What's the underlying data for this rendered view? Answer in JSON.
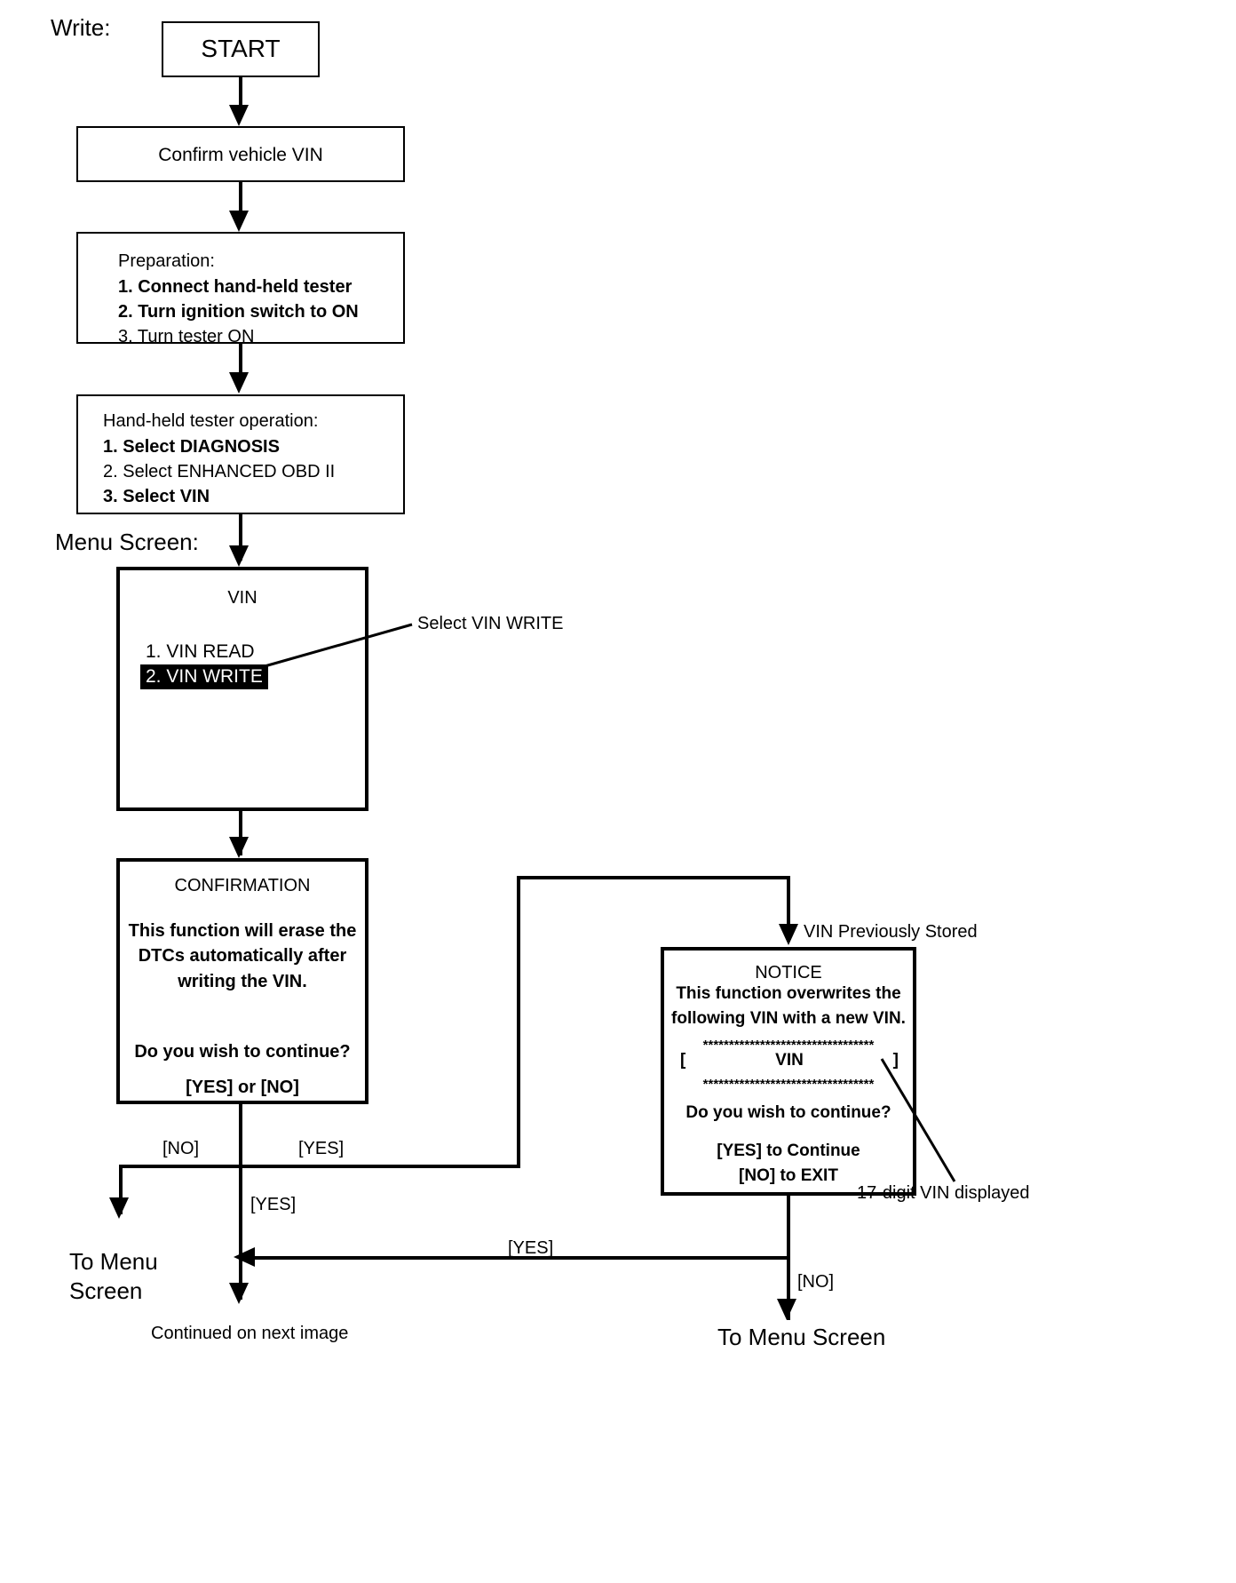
{
  "page": {
    "section_label": "Write:",
    "menu_screen_label": "Menu Screen:"
  },
  "boxes": {
    "start": {
      "title": "START"
    },
    "confirm_vin": {
      "text": "Confirm vehicle VIN"
    },
    "preparation": {
      "heading": "Preparation:",
      "steps": [
        "1. Connect hand-held tester",
        "2. Turn ignition switch to ON",
        "3. Turn tester ON"
      ]
    },
    "tester_operation": {
      "heading": "Hand-held tester operation:",
      "steps": [
        "1. Select DIAGNOSIS",
        "2. Select ENHANCED OBD II",
        "3. Select VIN"
      ]
    },
    "vin_menu": {
      "title": "VIN",
      "items": [
        {
          "label": "1. VIN READ",
          "selected": false
        },
        {
          "label": "2. VIN WRITE",
          "selected": true
        }
      ]
    },
    "confirmation": {
      "title": "CONFIRMATION",
      "body": "This function will erase the\nDTCs automatically after\nwriting the VIN.",
      "question": "Do you wish to continue?",
      "options": "[YES] or [NO]"
    },
    "notice": {
      "title": "NOTICE",
      "line1": "This function overwrites the",
      "line2": "following VIN with a new VIN.",
      "stars_top": "*********************************",
      "bracket_open": "[",
      "vin_placeholder": "VIN",
      "bracket_close": "]",
      "stars_bottom": "*********************************",
      "question": "Do you wish to continue?",
      "option_yes": "[YES] to Continue",
      "option_no": "[NO] to EXIT"
    }
  },
  "annotations": {
    "select_vin_write": "Select VIN WRITE",
    "vin_previously_stored": "VIN Previously Stored",
    "seventeen_digit_vin": "17-digit VIN displayed"
  },
  "flow_labels": {
    "no_from_confirmation": "[NO]",
    "yes_from_confirmation": "[YES]",
    "yes_down": "[YES]",
    "yes_from_notice": "[YES]",
    "no_from_notice": "[NO]"
  },
  "terminals": {
    "to_menu_screen_left": "To Menu\nScreen",
    "to_menu_screen_right": "To Menu Screen",
    "continued": "Continued on next image"
  },
  "colors": {
    "stroke": "#000000",
    "background": "#ffffff",
    "selected_bg": "#000000",
    "selected_fg": "#ffffff"
  }
}
